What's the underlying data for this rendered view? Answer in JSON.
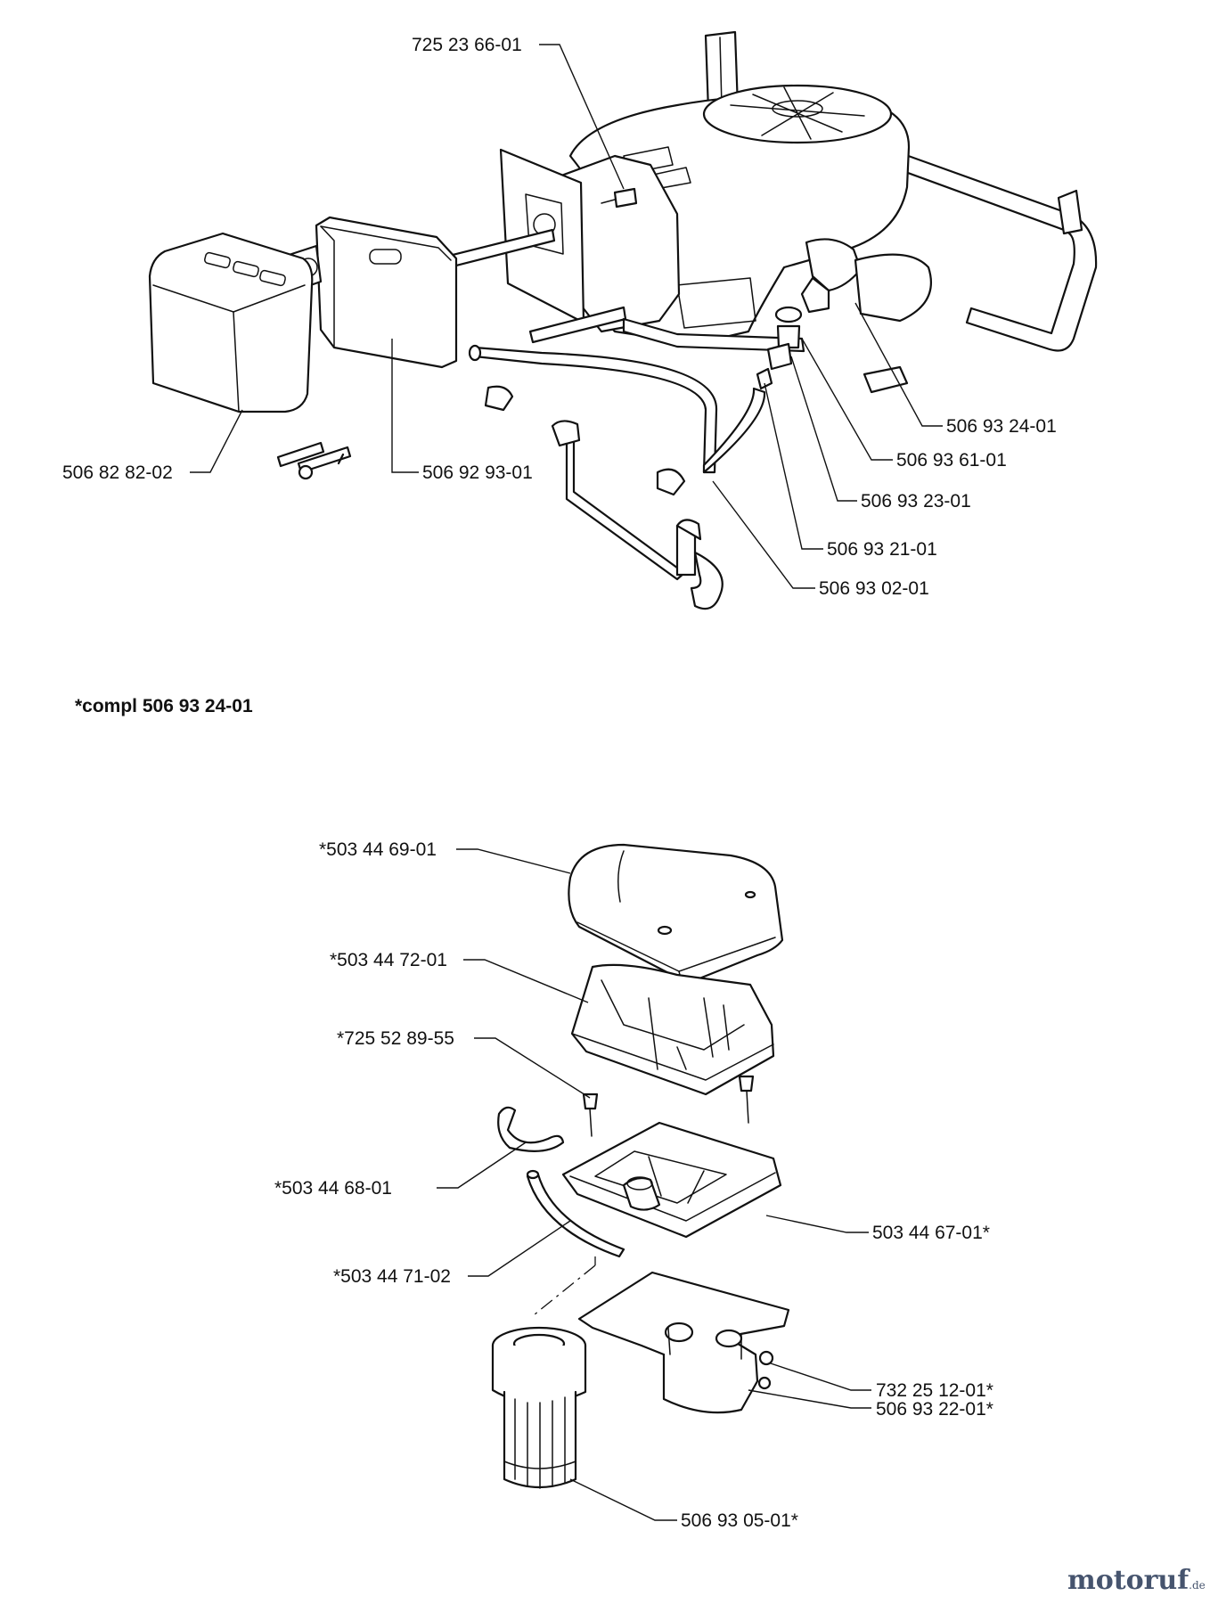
{
  "top_assembly": {
    "labels": [
      {
        "id": "l1",
        "text": "725 23 66-01"
      },
      {
        "id": "l2",
        "text": "506 82 82-02"
      },
      {
        "id": "l3",
        "text": "506 92 93-01"
      },
      {
        "id": "l4",
        "text": "506 93 24-01"
      },
      {
        "id": "l5",
        "text": "506 93 61-01"
      },
      {
        "id": "l6",
        "text": "506 93 23-01"
      },
      {
        "id": "l7",
        "text": "506 93 21-01"
      },
      {
        "id": "l8",
        "text": "506 93 02-01"
      }
    ]
  },
  "compl_note": "*compl 506 93 24-01",
  "air_filter_assembly": {
    "labels": [
      {
        "id": "b1",
        "text": "*503 44 69-01"
      },
      {
        "id": "b2",
        "text": "*503 44 72-01"
      },
      {
        "id": "b3",
        "text": "*725 52 89-55"
      },
      {
        "id": "b4",
        "text": "*503 44 68-01"
      },
      {
        "id": "b5",
        "text": "503 44 67-01*"
      },
      {
        "id": "b6",
        "text": "*503 44 71-02"
      },
      {
        "id": "b7",
        "text": "732 25 12-01*"
      },
      {
        "id": "b8",
        "text": "506 93 22-01*"
      },
      {
        "id": "b9",
        "text": "506 93 05-01*"
      }
    ]
  },
  "watermark": {
    "part1": "motoruf",
    "part2": ".de"
  }
}
